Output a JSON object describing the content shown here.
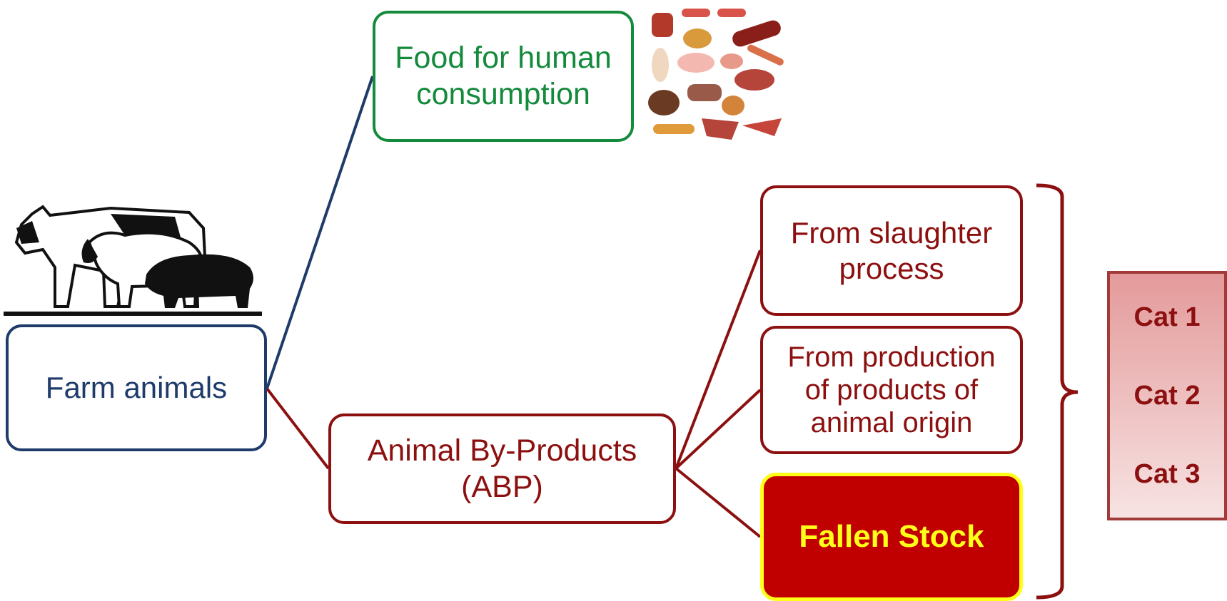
{
  "diagram": {
    "farm_animals": "Farm animals",
    "food": "Food for human\nconsumption",
    "abp": "Animal By-Products\n(ABP)",
    "slaughter": "From slaughter\nprocess",
    "production": "From production\nof products of\nanimal origin",
    "fallen_stock": "Fallen Stock",
    "categories": [
      "Cat 1",
      "Cat 2",
      "Cat 3"
    ]
  },
  "colors": {
    "farm": "#1f3b6a",
    "food": "#148a3c",
    "abp": "#8c1010",
    "fallen_fill": "#c00000",
    "fallen_text": "#ffff1a"
  },
  "icons": [
    "farm-animals-illustration",
    "meat-products-illustration"
  ]
}
